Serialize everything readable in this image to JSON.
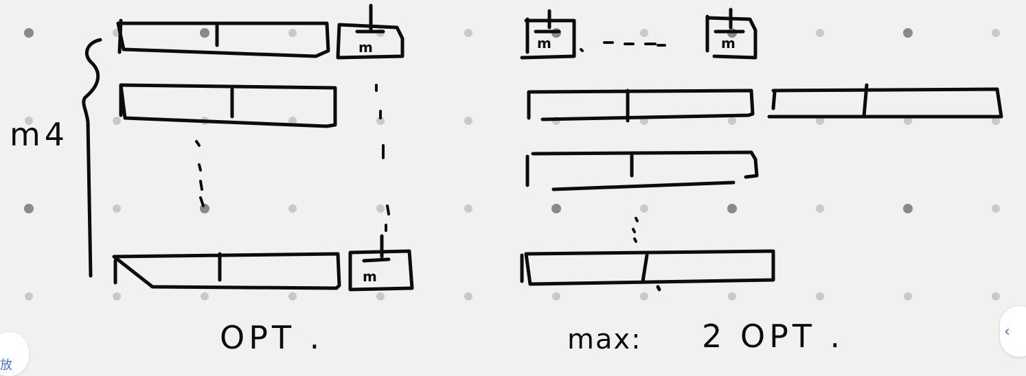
{
  "labels": {
    "m4": "m4",
    "m_left_top": "m",
    "m_left_bottom": "m",
    "m_right_a": "m",
    "m_right_b": "m",
    "opt": "OPT .",
    "max": "max:",
    "two_opt": "2 OPT ."
  },
  "corner": {
    "right_arrow": "‹",
    "left_glyph": "放"
  },
  "colors": {
    "background": "#f1f1f1",
    "ink": "#0c0c0c",
    "grid_dot": "#c9c9c9",
    "grid_dot_dark": "#8a8a8a"
  }
}
